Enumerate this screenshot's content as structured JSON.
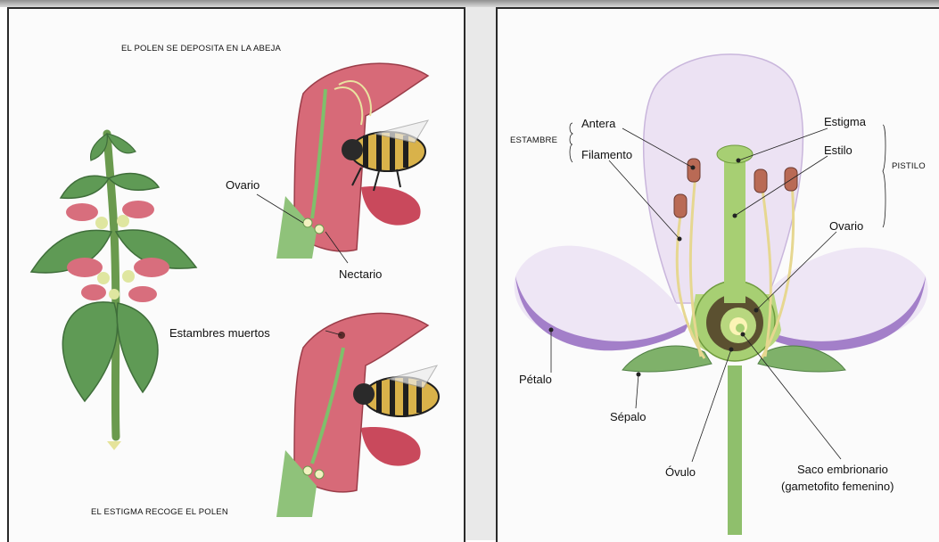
{
  "left_panel": {
    "caption_top": "EL POLEN SE DEPOSITA EN LA ABEJA",
    "caption_bottom": "EL ESTIGMA RECOGE EL POLEN",
    "labels": {
      "ovario": "Ovario",
      "nectario": "Nectario",
      "estambres_muertos": "Estambres muertos"
    }
  },
  "right_panel": {
    "group_left": "ESTAMBRE",
    "group_right": "PISTILO",
    "labels": {
      "antera": "Antera",
      "filamento": "Filamento",
      "estigma": "Estigma",
      "estilo": "Estilo",
      "ovario": "Ovario",
      "petalo": "Pétalo",
      "sepalo": "Sépalo",
      "ovulo": "Óvulo",
      "saco_line1": "Saco embrionario",
      "saco_line2": "(gametofito femenino)"
    }
  },
  "colors": {
    "petal_pink": "#d76a78",
    "leaf_green": "#5f9a55",
    "petal_violet": "#b493d4",
    "stem_green": "#8fbf6c",
    "stamen_yellow": "#e6d790",
    "anther_brown": "#b96a55"
  }
}
